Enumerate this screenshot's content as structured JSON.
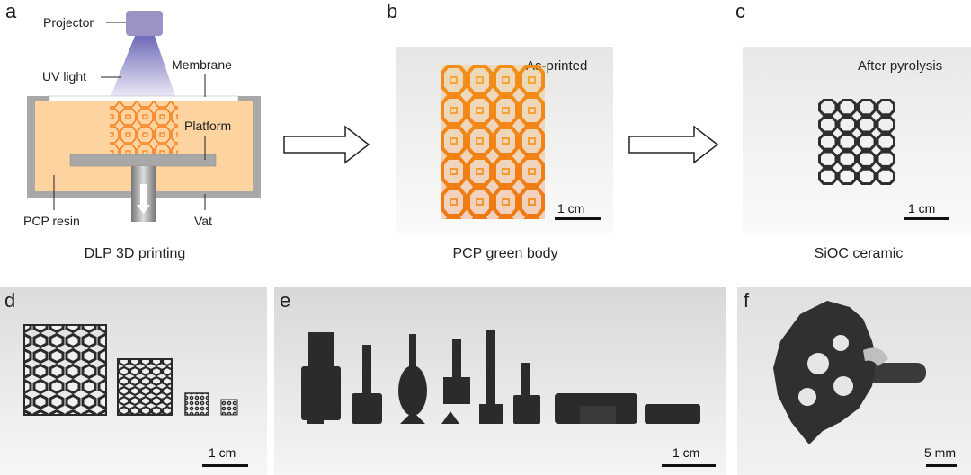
{
  "panels": {
    "a": {
      "letter": "a",
      "caption": "DLP 3D printing",
      "labels": {
        "projector": "Projector",
        "uv_light": "UV light",
        "membrane": "Membrane",
        "platform": "Platform",
        "resin": "PCP resin",
        "vat": "Vat"
      }
    },
    "b": {
      "letter": "b",
      "title": "As-printed",
      "caption": "PCP green body",
      "scale": "1 cm"
    },
    "c": {
      "letter": "c",
      "title": "After pyrolysis",
      "caption": "SiOC ceramic",
      "scale": "1 cm"
    },
    "d": {
      "letter": "d",
      "scale": "1 cm"
    },
    "e": {
      "letter": "e",
      "scale": "1 cm"
    },
    "f": {
      "letter": "f",
      "scale": "5 mm"
    }
  },
  "colors": {
    "resin": "#fdd3a0",
    "lattice_orange": "#f57e1c",
    "vat_gray": "#a8a8a8",
    "projector": "#9b93c4",
    "ceramic": "#333333"
  }
}
